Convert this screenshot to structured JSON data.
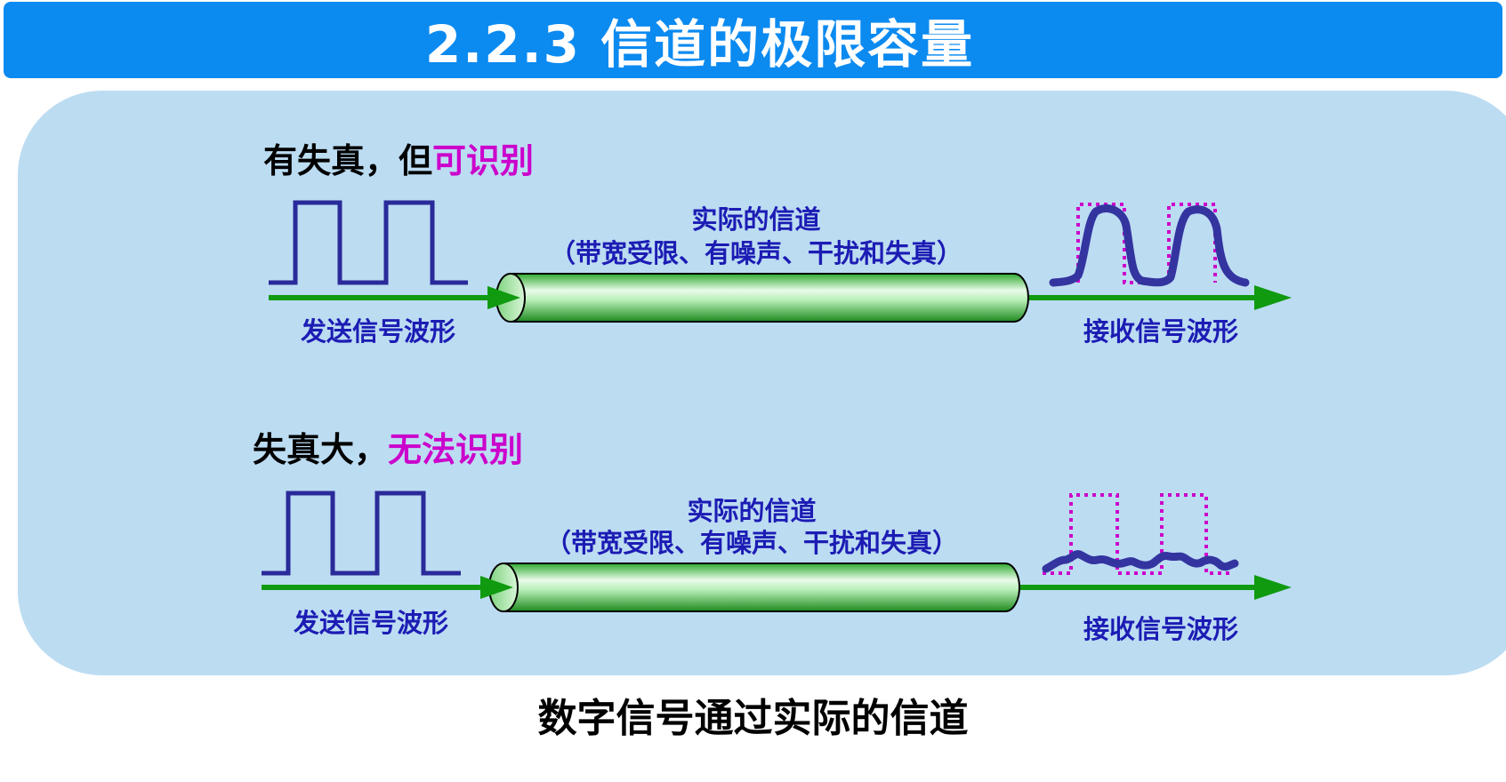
{
  "title": "2.2.3  信道的极限容量",
  "caption": "数字信号通过实际的信道",
  "rows": [
    {
      "heading_prefix": "有失真，但",
      "heading_highlight": "可识别",
      "channel_line1": "实际的信道",
      "channel_line2": "（带宽受限、有噪声、干扰和失真）",
      "send_label": "发送信号波形",
      "recv_label": "接收信号波形"
    },
    {
      "heading_prefix": "失真大，",
      "heading_highlight": "无法识别",
      "channel_line1": "实际的信道",
      "channel_line2": "（带宽受限、有噪声、干扰和失真）",
      "send_label": "发送信号波形",
      "recv_label": "接收信号波形"
    }
  ],
  "colors": {
    "title_bar": "#0b8af0",
    "panel": "#bcdcf2",
    "highlight": "#cc00cc",
    "label": "#1c1cb4",
    "arrow": "#109a10",
    "wave": "#2a2a9a",
    "dotted_reference": "#cc00cc"
  }
}
